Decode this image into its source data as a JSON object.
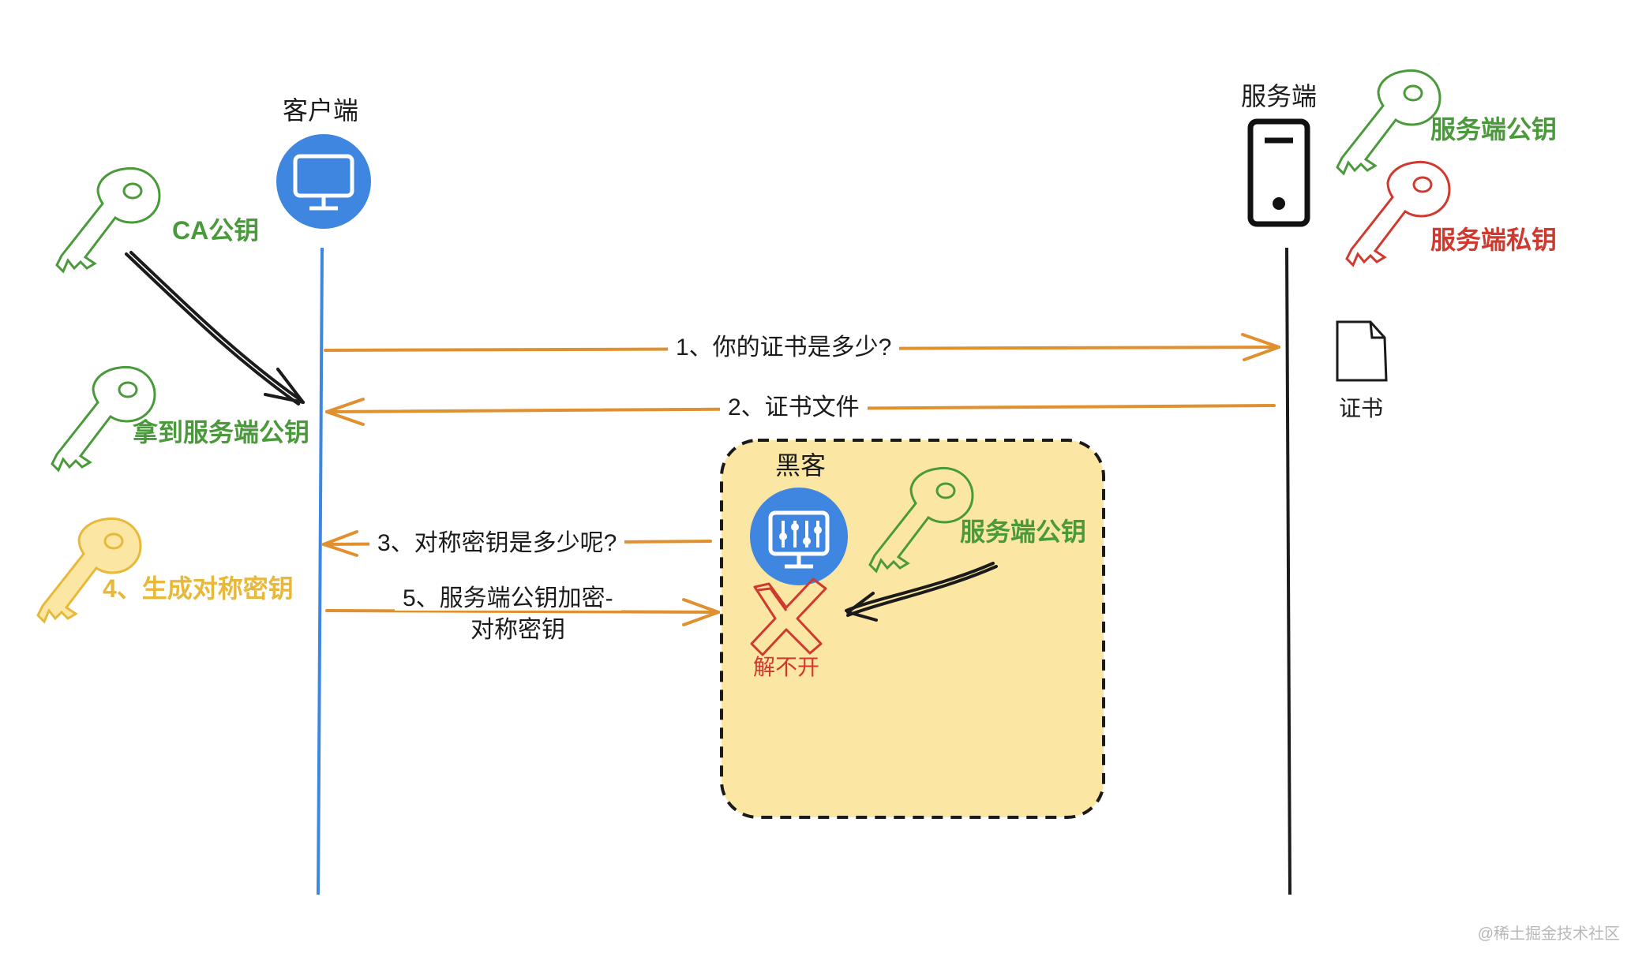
{
  "client": {
    "title": "客户端"
  },
  "server": {
    "title": "服务端",
    "public_key_label": "服务端公钥",
    "private_key_label": "服务端私钥"
  },
  "certificate": {
    "label": "证书"
  },
  "ca_key": {
    "label": "CA公钥"
  },
  "got_server_key": {
    "label": "拿到服务端公钥"
  },
  "generate_key": {
    "label": "4、生成对称密钥"
  },
  "messages": [
    {
      "text": "1、你的证书是多少?"
    },
    {
      "text": "2、证书文件"
    },
    {
      "text": "3、对称密钥是多少呢?"
    },
    {
      "line1": "5、服务端公钥加密-",
      "line2": "对称密钥"
    }
  ],
  "hacker": {
    "title": "黑客",
    "key_label": "服务端公钥",
    "fail_label": "解不开"
  },
  "watermark": "@稀土掘金技术社区",
  "colors": {
    "client_blue": "#3f86e0",
    "arrow_orange": "#e0902e",
    "key_green": "#4a9a3c",
    "key_red": "#d03a2e",
    "key_yellow": "#e8b83a",
    "hacker_fill": "#fbe7a3"
  }
}
